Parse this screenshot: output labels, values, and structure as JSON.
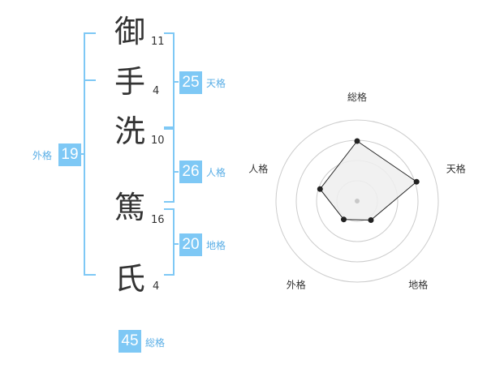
{
  "name": {
    "chars": [
      {
        "kanji": "御",
        "strokes": "11"
      },
      {
        "kanji": "手",
        "strokes": "4"
      },
      {
        "kanji": "洗",
        "strokes": "10"
      },
      {
        "kanji": "篤",
        "strokes": "16"
      },
      {
        "kanji": "氏",
        "strokes": "4"
      }
    ]
  },
  "groups": {
    "tenkaku": {
      "value": "25",
      "label": "天格"
    },
    "jinkaku": {
      "value": "26",
      "label": "人格"
    },
    "chikaku": {
      "value": "20",
      "label": "地格"
    },
    "gaikaku": {
      "value": "19",
      "label": "外格"
    },
    "soukaku": {
      "value": "45",
      "label": "総格"
    }
  },
  "colors": {
    "accent": "#7ec8f5",
    "accent_text": "#5aaee6",
    "ink": "#333333"
  },
  "chart_data": {
    "type": "radar",
    "axes": [
      "総格",
      "天格",
      "地格",
      "外格",
      "人格"
    ],
    "rings": 4,
    "values": [
      0.74,
      0.77,
      0.29,
      0.28,
      0.48
    ]
  }
}
